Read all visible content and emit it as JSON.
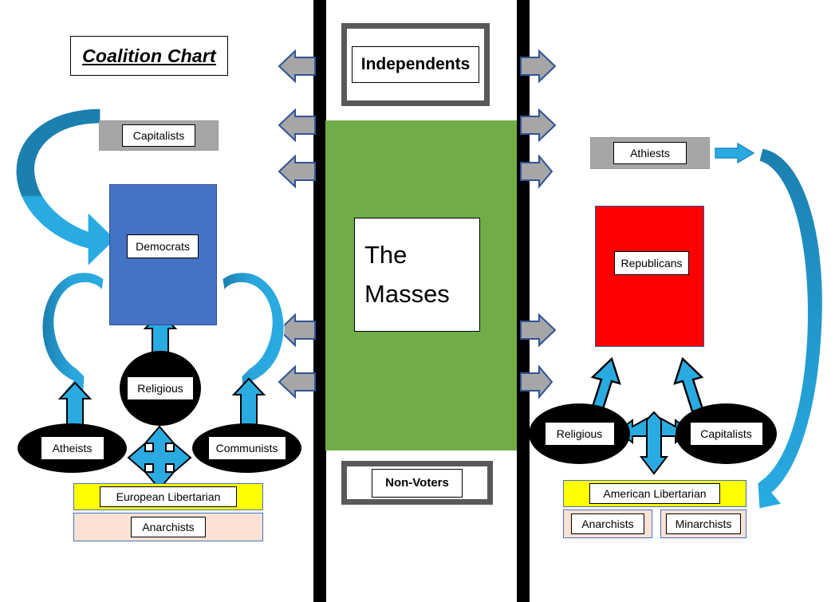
{
  "chart_data": {
    "type": "diagram",
    "title": "Coalition Chart",
    "description": "Political coalition diagram with a left (Democrat) column, a center column of voter blocks, and a right (Republican) column, linked by arrows.",
    "groups": [
      {
        "id": "left",
        "label": "Democrats",
        "color": "#4472C4",
        "members": [
          "Capitalists",
          "Religious",
          "Atheists",
          "Communists",
          "European Libertarian",
          "Anarchists"
        ]
      },
      {
        "id": "center",
        "label": "The Masses",
        "color": "#70AD47",
        "members": [
          "Independents",
          "Non-Voters"
        ]
      },
      {
        "id": "right",
        "label": "Republicans",
        "color": "#FF0000",
        "members": [
          "Athiests",
          "Religious",
          "Capitalists",
          "American Libertarian",
          "Anarchists",
          "Minarchists"
        ]
      }
    ]
  },
  "title": {
    "text": "Coalition Chart"
  },
  "center": {
    "independents": "Independents",
    "masses_line1": "The",
    "masses_line2": "Masses",
    "nonvoters": "Non-Voters",
    "green": "#70AD47"
  },
  "left": {
    "capitalists": "Capitalists",
    "democrats": "Democrats",
    "religious": "Religious",
    "atheists": "Atheists",
    "communists": "Communists",
    "european_libertarian": "European Libertarian",
    "anarchists": "Anarchists",
    "blue": "#4472C4"
  },
  "right": {
    "athiests": "Athiests",
    "republicans": "Republicans",
    "religious": "Religious",
    "capitalists": "Capitalists",
    "american_libertarian": "American Libertarian",
    "anarchists": "Anarchists",
    "minarchists": "Minarchists",
    "red": "#FF0000"
  },
  "colors": {
    "arrow_blue": "#29ABE2",
    "arrow_blue_dark": "#1B7FAF",
    "arrow_grey": "#A6A6A6",
    "arrow_grey_outline": "#2F5496",
    "grey_band": "#A6A6A6",
    "yellow": "#FFFF00",
    "peach": "#FBE2D5",
    "black_bar": "#000000"
  }
}
